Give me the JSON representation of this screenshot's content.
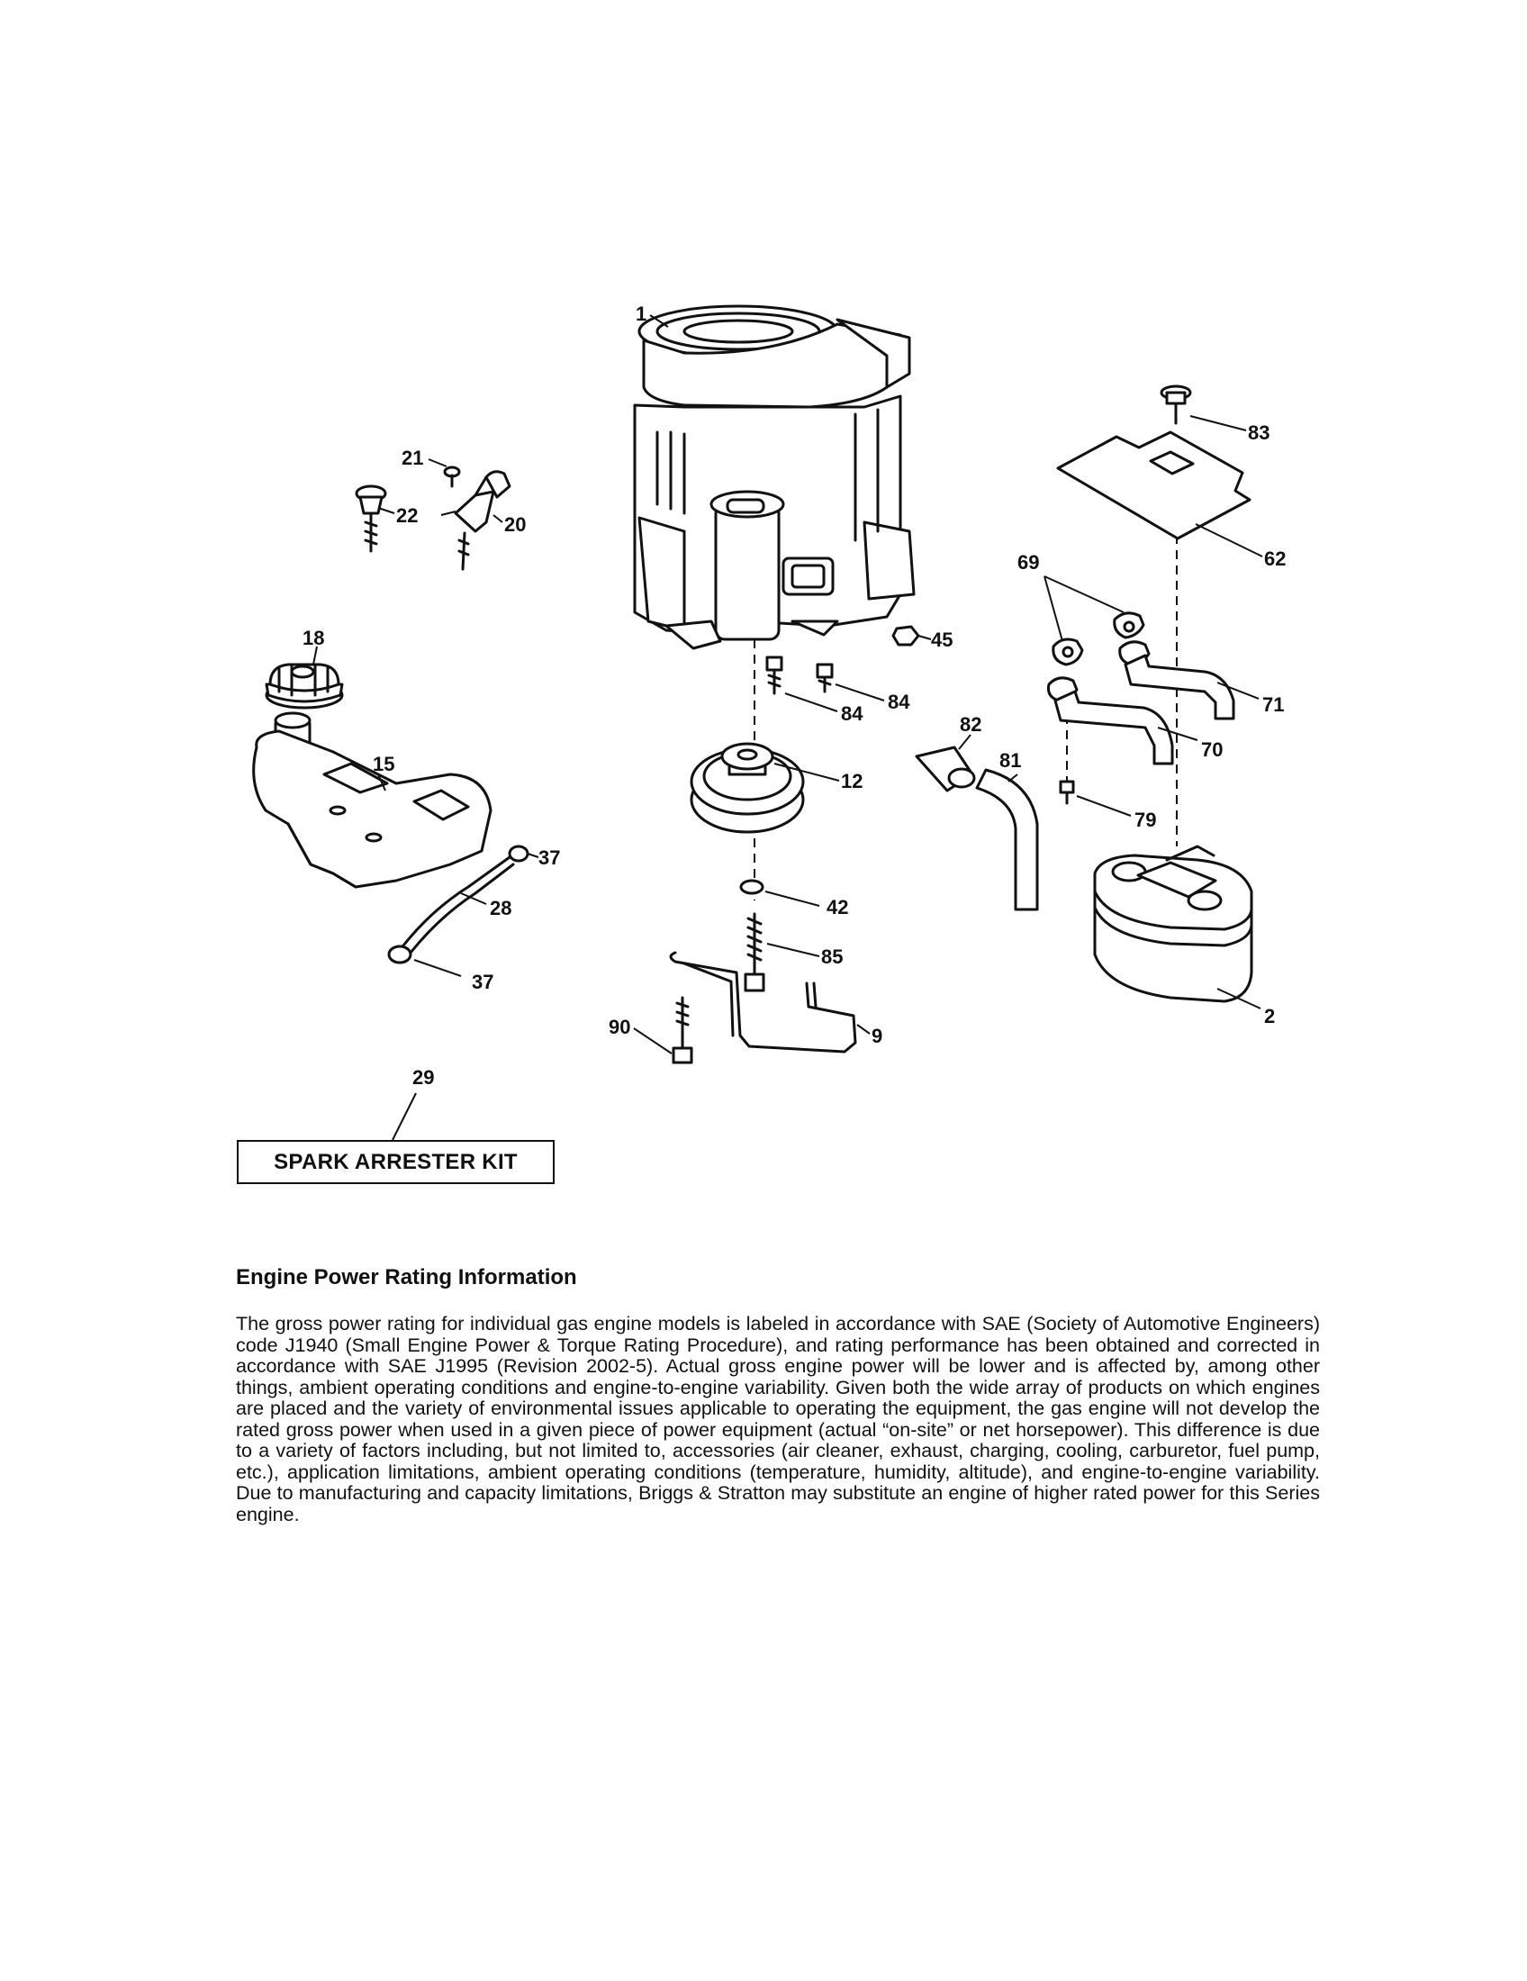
{
  "diagram": {
    "callouts": {
      "c1": "1",
      "c2": "2",
      "c9": "9",
      "c12": "12",
      "c15": "15",
      "c18": "18",
      "c20": "20",
      "c21": "21",
      "c22": "22",
      "c28": "28",
      "c29": "29",
      "c37a": "37",
      "c37b": "37",
      "c42": "42",
      "c45": "45",
      "c62": "62",
      "c69": "69",
      "c70": "70",
      "c71": "71",
      "c79": "79",
      "c81": "81",
      "c82": "82",
      "c83": "83",
      "c84a": "84",
      "c84b": "84",
      "c85": "85",
      "c90": "90"
    },
    "kit_label": "SPARK ARRESTER KIT"
  },
  "info": {
    "heading": "Engine Power Rating Information",
    "body": "The gross power rating for individual gas engine models is labeled in accordance with SAE (Society of Automotive Engineers) code J1940 (Small Engine Power & Torque Rating Procedure), and rating performance has been obtained and corrected in accordance with SAE J1995 (Revision 2002-5). Actual gross engine power will be lower and is affected by, among other things, ambient operating conditions and engine-to-engine variability. Given both the wide array of products on which engines are placed and the variety of environmental issues applicable to operating the equipment, the gas engine will not develop the rated gross power when used in a given piece of power equipment (actual “on-site” or net horsepower). This difference is due to a variety of factors including, but not limited to, accessories (air cleaner, exhaust, charging, cooling, carburetor, fuel pump, etc.), application limitations, ambient operating conditions (temperature, humidity, altitude), and engine-to-engine variability. Due to manufacturing and capacity limitations, Briggs & Stratton may substitute an engine of higher rated power for this Series engine."
  }
}
